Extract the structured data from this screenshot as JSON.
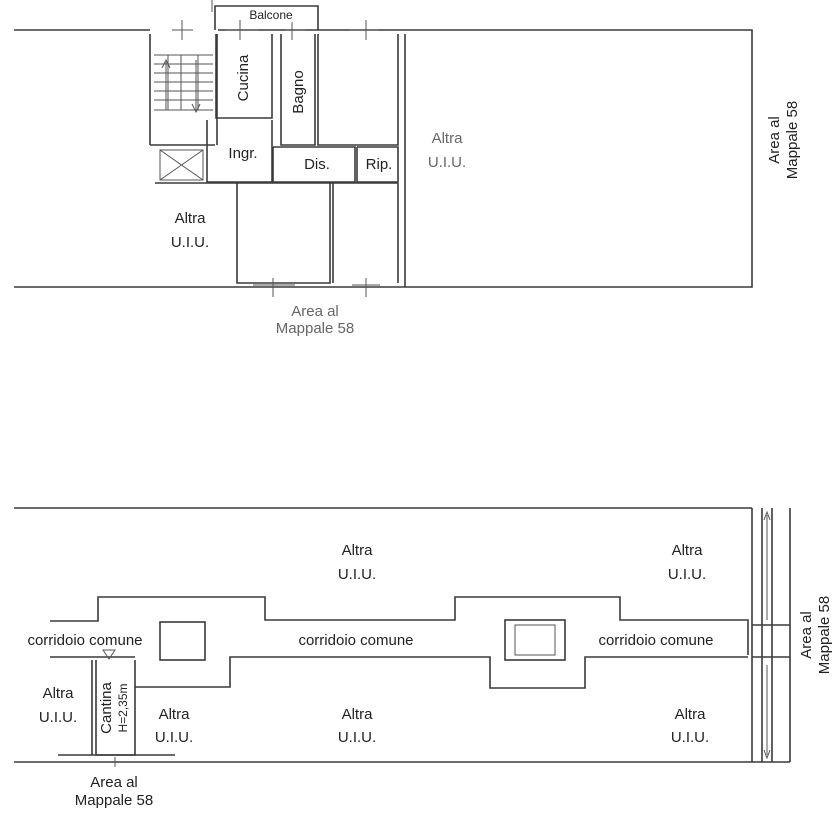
{
  "top_plan": {
    "balcony": "Balcone",
    "kitchen": "Cucina",
    "bathroom": "Bagno",
    "entrance": "Ingr.",
    "hall": "Dis.",
    "storage": "Rip.",
    "other_unit_left": {
      "line1": "Altra",
      "line2": "U.I.U."
    },
    "other_unit_right": {
      "line1": "Altra",
      "line2": "U.I.U."
    },
    "area_bottom": {
      "line1": "Area al",
      "line2": "Mappale 58"
    },
    "area_right": {
      "line1": "Area al",
      "line2": "Mappale 58"
    }
  },
  "bottom_plan": {
    "units": [
      {
        "line1": "Altra",
        "line2": "U.I.U."
      },
      {
        "line1": "Altra",
        "line2": "U.I.U."
      },
      {
        "line1": "Altra",
        "line2": "U.I.U."
      },
      {
        "line1": "Altra",
        "line2": "U.I.U."
      },
      {
        "line1": "Altra",
        "line2": "U.I.U."
      },
      {
        "line1": "Altra",
        "line2": "U.I.U."
      }
    ],
    "corridors": [
      "corridoio comune",
      "corridoio comune",
      "corridoio comune"
    ],
    "cellar": "Cantina",
    "cellar_height": "H=2,35m",
    "area_bottom": {
      "line1": "Area al",
      "line2": "Mappale 58"
    },
    "area_right": {
      "line1": "Area al",
      "line2": "Mappale 58"
    }
  }
}
